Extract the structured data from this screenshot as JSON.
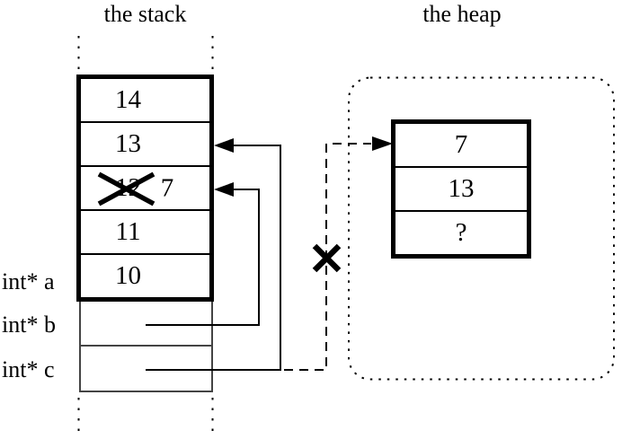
{
  "titles": {
    "stack": "the stack",
    "heap": "the heap"
  },
  "stack_frame": {
    "cells": [
      {
        "value": "14"
      },
      {
        "value": "13"
      },
      {
        "value": "12",
        "crossed_out": true,
        "new_value": "7"
      },
      {
        "value": "11"
      },
      {
        "value": "10"
      }
    ]
  },
  "pointer_vars": [
    {
      "label": "int* a",
      "points_to": "stack cell 10"
    },
    {
      "label": "int* b",
      "points_to": "stack cell with crossed-out 12 (now 7)"
    },
    {
      "label": "int* c",
      "points_to": "stack cell 13; old dashed pointer to heap object is invalidated"
    }
  ],
  "heap_object": {
    "cells": [
      {
        "value": "7"
      },
      {
        "value": "13"
      },
      {
        "value": "?"
      }
    ]
  },
  "icons": {
    "crossed_out_value_icon": "✕",
    "invalid_pointer_cross_icon": "✕"
  },
  "colors": {
    "ink": "#000000",
    "paper": "#ffffff"
  }
}
